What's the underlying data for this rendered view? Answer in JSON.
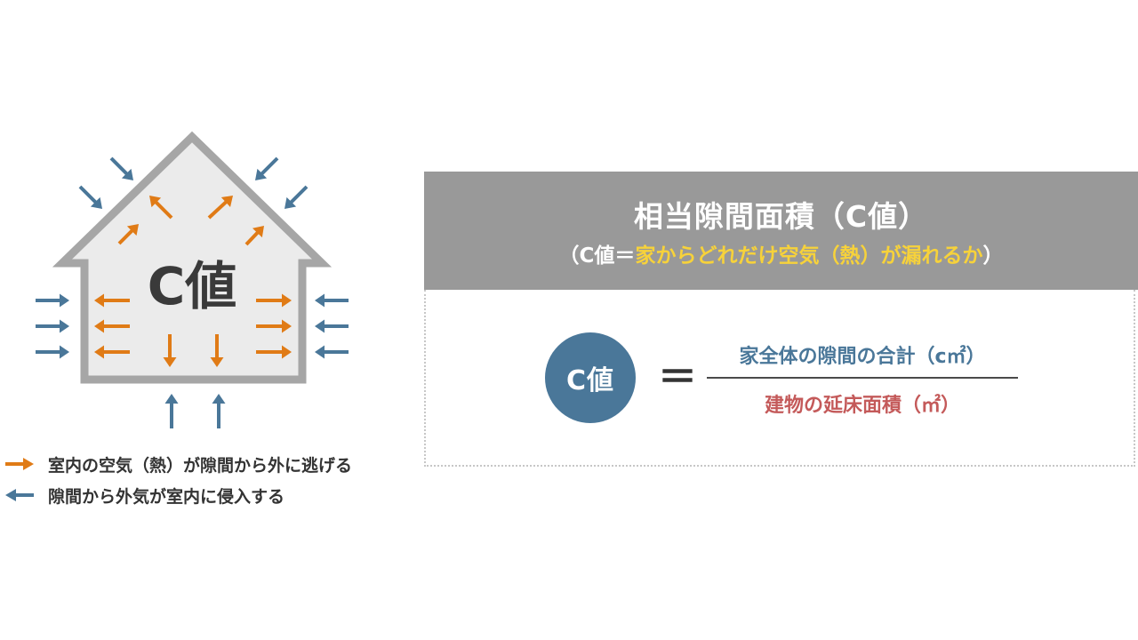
{
  "house": {
    "label": "C値"
  },
  "legend": {
    "items": [
      {
        "text": "室内の空気（熱）が隙間から外に逃げる",
        "color": "#e07b16",
        "direction": "right"
      },
      {
        "text": "隙間から外気が室内に侵入する",
        "color": "#4a7799",
        "direction": "left"
      }
    ]
  },
  "header": {
    "title": "相当隙間面積（C値）",
    "subtitle_prefix": "（C値＝",
    "subtitle_highlight": "家からどれだけ空気（熱）が漏れるか",
    "subtitle_suffix": "）"
  },
  "formula": {
    "lhs": "C値",
    "equals": "＝",
    "numerator": "家全体の隙間の合計（c㎡）",
    "denominator": "建物の延床面積（㎡）"
  },
  "colors": {
    "outflow_arrow": "#e07b16",
    "inflow_arrow": "#4a7799",
    "header_bg": "#999999",
    "highlight": "#f7d23a",
    "circle": "#4a7799",
    "numerator_text": "#4a7799",
    "denominator_text": "#c45a5a"
  }
}
